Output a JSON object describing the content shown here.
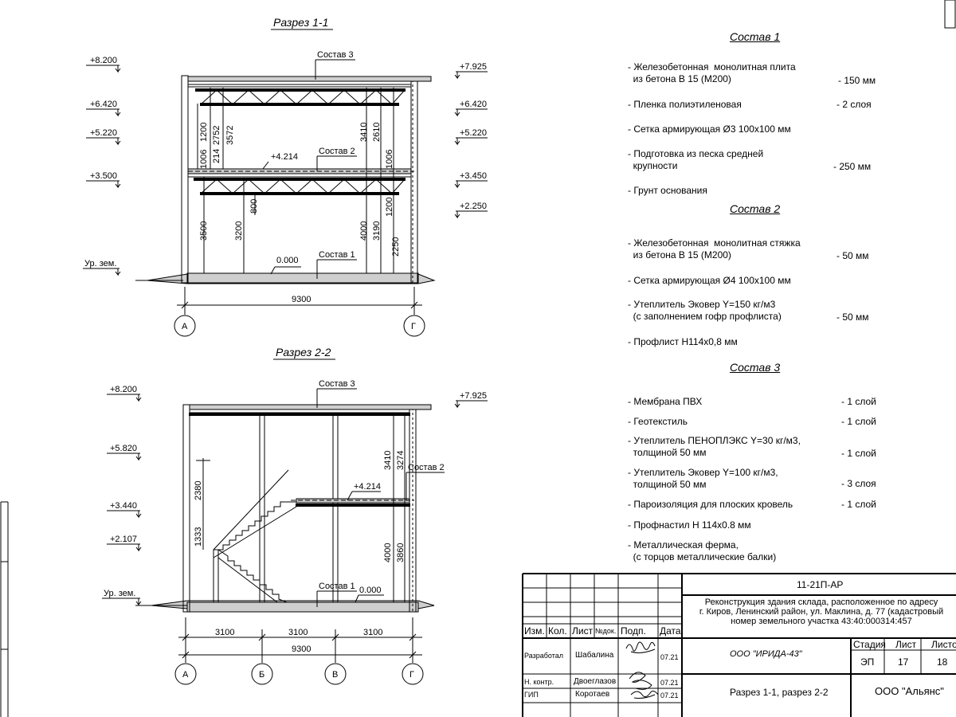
{
  "section1": {
    "title": "Разрез 1-1",
    "elev_left": [
      "+8.200",
      "+6.420",
      "+5.220",
      "+3.500",
      "Ур. зем."
    ],
    "elev_right": [
      "+7.925",
      "+6.420",
      "+5.220",
      "+3.450",
      "+2.250"
    ],
    "dims_left": [
      "1200",
      "214",
      "1006",
      "2752",
      "3572",
      "3500",
      "3200",
      "800"
    ],
    "dims_right": [
      "3410",
      "2610",
      "1006",
      "1200",
      "4000",
      "3190",
      "2250"
    ],
    "level_mid": "+4.214",
    "level_zero": "0.000",
    "labels": [
      "Состав 3",
      "Состав 2",
      "Состав 1"
    ],
    "width": "9300",
    "axes": [
      "А",
      "Г"
    ]
  },
  "section2": {
    "title": "Разрез 2-2",
    "elev_left": [
      "+8.200",
      "+5.820",
      "+3.440",
      "+2.107",
      "Ур. зем."
    ],
    "elev_right": [
      "+7.925"
    ],
    "dims": [
      "2380",
      "1333",
      "3410",
      "3274",
      "4000",
      "3860"
    ],
    "level_mid": "+4.214",
    "level_zero": "0.000",
    "labels": [
      "Состав 3",
      "Состав 2",
      "Состав 1"
    ],
    "spans": [
      "3100",
      "3100",
      "3100"
    ],
    "width": "9300",
    "axes": [
      "А",
      "Б",
      "В",
      "Г"
    ]
  },
  "compositions": [
    {
      "title": "Состав 1",
      "rows": [
        {
          "text": "- Железобетонная  монолитная плита\n  из бетона В 15 (М200)",
          "value": "- 150 мм"
        },
        {
          "text": "- Пленка полиэтиленовая",
          "value": "- 2 слоя"
        },
        {
          "text": "- Сетка армирующая Ø3 100х100 мм",
          "value": ""
        },
        {
          "text": "- Подготовка из песка средней\n  крупности",
          "value": "- 250 мм"
        },
        {
          "text": "- Грунт основания",
          "value": ""
        }
      ]
    },
    {
      "title": "Состав 2",
      "rows": [
        {
          "text": "- Железобетонная  монолитная стяжка\n  из бетона В 15 (М200)",
          "value": "- 50 мм"
        },
        {
          "text": "- Сетка армирующая Ø4 100х100 мм",
          "value": ""
        },
        {
          "text": "- Утеплитель Эковер Y=150 кг/м3\n  (с заполнением гофр профлиста)",
          "value": "- 50 мм"
        },
        {
          "text": "- Профлист Н114х0,8 мм",
          "value": ""
        }
      ]
    },
    {
      "title": "Состав 3",
      "rows": [
        {
          "text": "- Мембрана ПВХ",
          "value": "- 1 слой"
        },
        {
          "text": "- Геотекстиль",
          "value": "- 1 слой"
        },
        {
          "text": "- Утеплитель ПЕНОПЛЭКС Y=30 кг/м3,\n  толщиной 50 мм",
          "value": "- 1 слой"
        },
        {
          "text": "- Утеплитель Эковер Y=100 кг/м3,\n  толщиной 50 мм",
          "value": "- 3 слоя"
        },
        {
          "text": "- Пароизоляция для плоских кровель",
          "value": "- 1 слой"
        },
        {
          "text": "- Профнастил Н 114х0.8 мм",
          "value": ""
        },
        {
          "text": "- Металлическая ферма,\n  (с торцов металлические балки)",
          "value": ""
        }
      ]
    }
  ],
  "stamp": {
    "code": "11-21П-АР",
    "project": "Реконструкция здания склада, расположенное по адресу\nг. Киров, Ленинский район, ул. Маклина, д. 77 (кадастровый\nномер земельного участка 43:40:000314:457",
    "cols": [
      "Изм.",
      "Кол.",
      "Лист",
      "№док.",
      "Подп.",
      "Дата"
    ],
    "roles": [
      "Разработал",
      "Н. контр.",
      "ГИП"
    ],
    "names": [
      "Шабалина",
      "Двоеглазов",
      "Коротаев"
    ],
    "dates": [
      "07.21",
      "07.21",
      "07.21"
    ],
    "org1": "ООО \"ИРИДА-43\"",
    "sheet_title": "Разрез 1-1, разрез 2-2",
    "org2": "ООО \"Альянс\"",
    "stage_h": [
      "Стадия",
      "Лист",
      "Листов"
    ],
    "stage_v": [
      "ЭП",
      "17",
      "18"
    ]
  }
}
